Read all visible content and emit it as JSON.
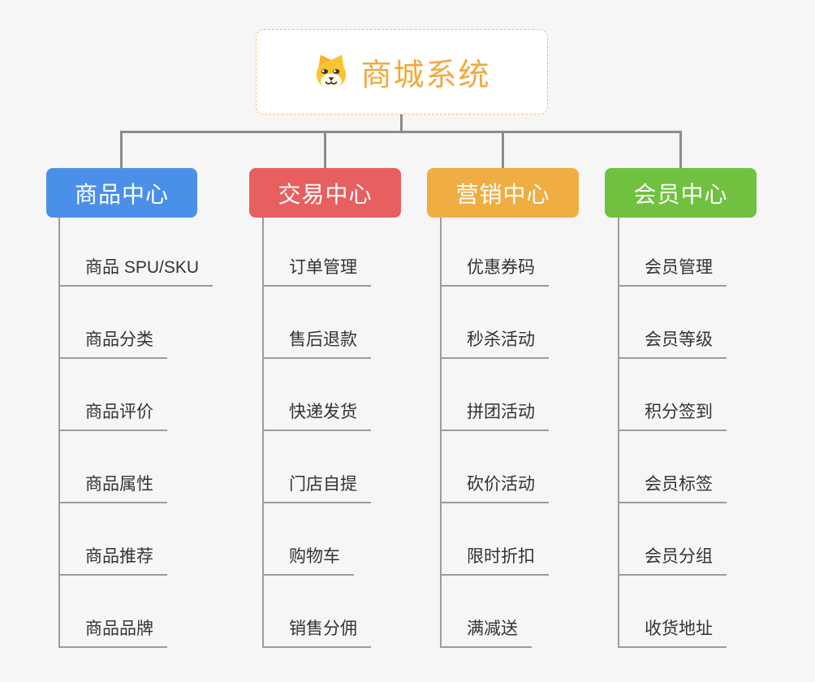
{
  "canvas": {
    "background": "#F6F6F6"
  },
  "colors": {
    "connector_gray": "#8C8C8C",
    "leaf_line_gray": "#9C9C9C",
    "leaf_text": "#333333"
  },
  "root": {
    "title": "商城系统",
    "title_color": "#F2A93C",
    "border_color": "#F5C06A",
    "background": "#FFFFFF",
    "icon": "dog-face-icon"
  },
  "branches": [
    {
      "label": "商品中心",
      "color": "#4B90E8",
      "children": [
        "商品 SPU/SKU",
        "商品分类",
        "商品评价",
        "商品属性",
        "商品推荐",
        "商品品牌"
      ]
    },
    {
      "label": "交易中心",
      "color": "#E85F5F",
      "children": [
        "订单管理",
        "售后退款",
        "快递发货",
        "门店自提",
        "购物车",
        "销售分佣"
      ]
    },
    {
      "label": "营销中心",
      "color": "#EFAD42",
      "children": [
        "优惠券码",
        "秒杀活动",
        "拼团活动",
        "砍价活动",
        "限时折扣",
        "满减送"
      ]
    },
    {
      "label": "会员中心",
      "color": "#6FC13F",
      "children": [
        "会员管理",
        "会员等级",
        "积分签到",
        "会员标签",
        "会员分组",
        "收货地址"
      ]
    }
  ]
}
